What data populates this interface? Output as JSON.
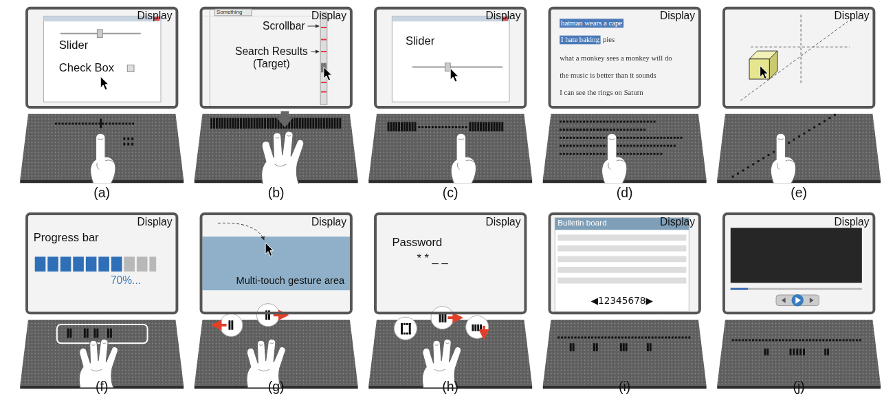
{
  "diagram": {
    "nodes": [
      {
        "text": [
          "Display"
        ]
      },
      {
        "text": [
          "Display"
        ]
      },
      {
        "text": [
          "Display"
        ]
      },
      {
        "text": [
          "Display"
        ]
      },
      {
        "text": [
          "Display"
        ]
      },
      {
        "text": [
          "Display"
        ]
      },
      {
        "text": [
          "Display"
        ]
      },
      {
        "text": [
          "Multi-touch gesture area"
        ],
        "in": 6
      },
      {
        "text": [
          "Display"
        ]
      },
      {
        "text": [
          "Display"
        ]
      },
      {
        "text": [
          "Bulletin board"
        ],
        "in": 9
      },
      {
        "text": [
          "Display"
        ]
      }
    ],
    "edges": [],
    "labels": [
      "Slider",
      "Check Box",
      "(a)",
      "Something",
      "Scrollbar",
      "Search Results (Target)",
      "(b)",
      "Slider",
      "(c)",
      "batman wears a cape",
      "I hate baking",
      "pies",
      "what a monkey sees a monkey will do",
      "the music is better than it sounds",
      "I can see the rings on Saturn",
      "(d)",
      "(e)",
      "Progress bar",
      "70%...",
      "(f)",
      "(g)",
      "Password",
      "* * _ _",
      "(h)",
      "◀12345678▶",
      "(i)",
      "(j)"
    ]
  }
}
